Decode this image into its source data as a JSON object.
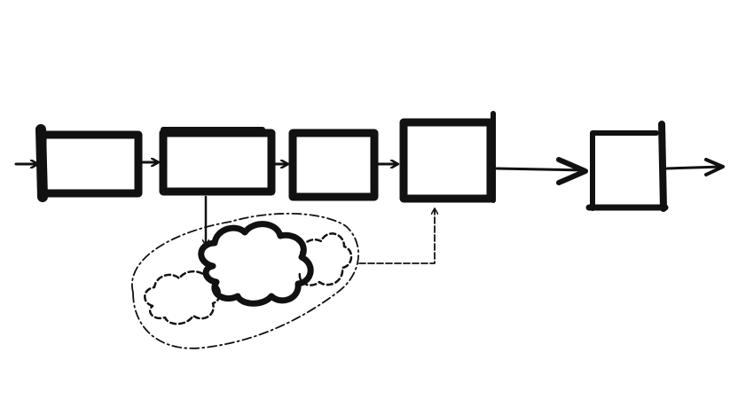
{
  "colors": {
    "stroke": "#111111",
    "background": "#ffffff"
  },
  "diagram": {
    "blocks": [
      "block-1",
      "block-2",
      "block-3",
      "block-4",
      "block-5"
    ],
    "cloud_groups": [
      "cloud-main",
      "cloud-left-dashed",
      "cloud-right-dashed"
    ]
  }
}
